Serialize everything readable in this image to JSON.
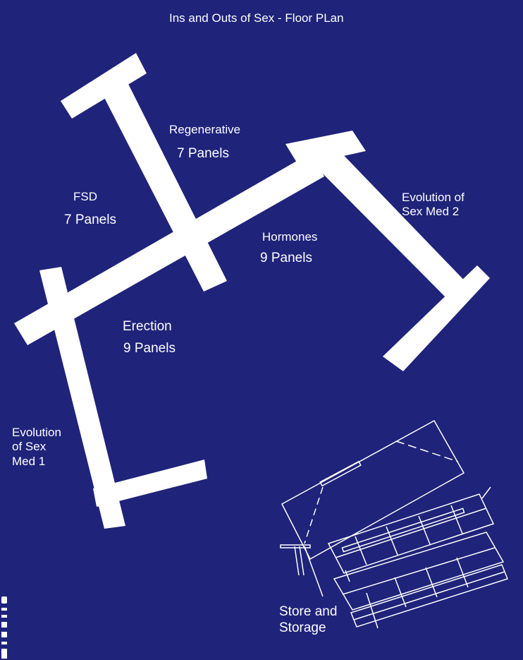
{
  "title": "Ins and Outs of Sex - Floor PLan",
  "zones": {
    "regenerative": {
      "name": "Regenerative",
      "panels": "7 Panels"
    },
    "fsd": {
      "name": "FSD",
      "panels": "7 Panels"
    },
    "hormones": {
      "name": "Hormones",
      "panels": "9 Panels"
    },
    "erection": {
      "name": "Erection",
      "panels": "9 Panels"
    },
    "evolution_2": {
      "name": "Evolution of Sex Med 2"
    },
    "evolution_1": {
      "name": "Evolution of Sex Med 1"
    },
    "store": {
      "name": "Store and Storage"
    }
  },
  "colors": {
    "background": "#1f237a",
    "walls": "#ffffff"
  }
}
